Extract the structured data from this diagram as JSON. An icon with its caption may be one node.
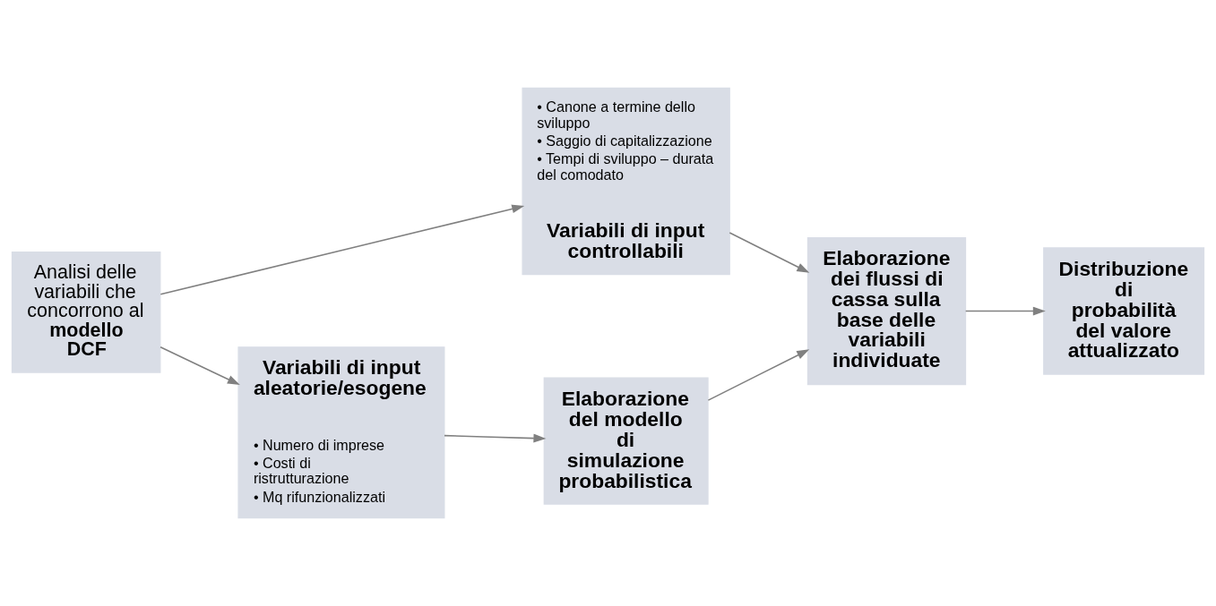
{
  "diagram": {
    "nodes": [
      {
        "text": [
          "Analisi delle variabili che concorrono al **modello DCF**"
        ]
      },
      {
        "text": [
          "• Canone a termine dello sviluppo",
          "• Saggio di capitalizzazione",
          "• Tempi di sviluppo – durata del comodato",
          "Variabili di input controllabili"
        ]
      },
      {
        "text": [
          "Variabili di input aleatorie/esogene",
          "• Numero di imprese",
          "• Costi di ristrutturazione",
          "• Mq rifunzionalizzati"
        ]
      },
      {
        "text": [
          "Elaborazione del modello di simulazione probabilistica"
        ]
      },
      {
        "text": [
          "Elaborazione dei flussi di cassa sulla base delle variabili individuate"
        ]
      },
      {
        "text": [
          "Distribuzione di probabilità del valore attualizzato"
        ]
      }
    ],
    "edges": [
      {
        "from": 0,
        "to": 1,
        "arrow": "to"
      },
      {
        "from": 0,
        "to": 2,
        "arrow": "to"
      },
      {
        "from": 1,
        "to": 4,
        "arrow": "to"
      },
      {
        "from": 2,
        "to": 3,
        "arrow": "to"
      },
      {
        "from": 3,
        "to": 4,
        "arrow": "to"
      },
      {
        "from": 4,
        "to": 5,
        "arrow": "to"
      }
    ]
  }
}
